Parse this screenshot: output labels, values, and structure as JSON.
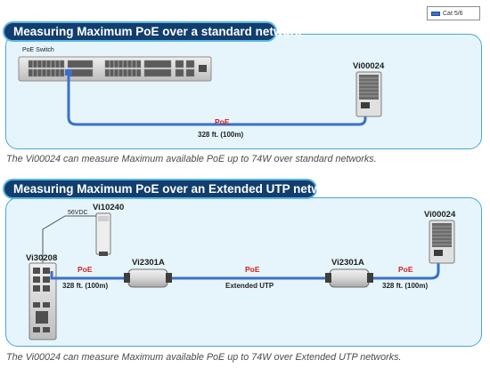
{
  "legend": {
    "label": "Cat 5/6",
    "color": "#3a70c9"
  },
  "section1": {
    "title": "Measuring Maximum PoE over a standard network",
    "switch_label": "PoE Switch",
    "device_label": "Vi00024",
    "cable_poe": "PoE",
    "cable_distance": "328 ft. (100m)",
    "caption": "The Vi00024 can measure Maximum available PoE up to 74W over standard networks."
  },
  "section2": {
    "title": "Measuring Maximum PoE over an Extended UTP network",
    "supply_voltage": "56VDC",
    "power_supply_label": "Vi10240",
    "switch_label": "Vi30208",
    "extender1_label": "Vi2301A",
    "extender2_label": "Vi2301A",
    "device_label": "Vi00024",
    "link1_poe": "PoE",
    "link1_distance": "328 ft. (100m)",
    "link2_poe": "PoE",
    "link2_type": "Extended UTP",
    "link3_poe": "PoE",
    "link3_distance": "328 ft. (100m)",
    "caption": "The Vi00024 can measure Maximum available PoE up to 74W over Extended UTP networks."
  },
  "colors": {
    "cable": "#3a70c9",
    "poe_text": "#d22020",
    "banner": "#123e6d",
    "panel": "#e6f5fb"
  }
}
